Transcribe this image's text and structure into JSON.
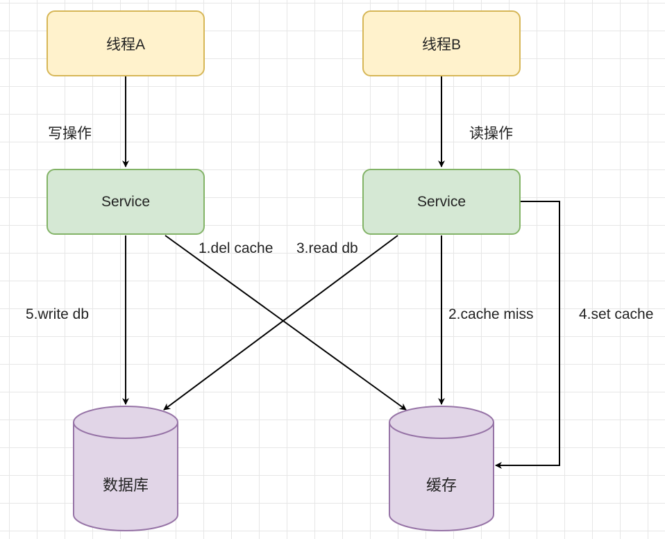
{
  "nodes": {
    "thread_a": "线程A",
    "thread_b": "线程B",
    "service_a": "Service",
    "service_b": "Service",
    "database": "数据库",
    "cache": "缓存"
  },
  "edge_labels": {
    "write_op": "写操作",
    "read_op": "读操作",
    "del_cache": "1.del cache",
    "cache_miss": "2.cache miss",
    "read_db": "3.read db",
    "set_cache": "4.set cache",
    "write_db": "5.write db"
  },
  "colors": {
    "thread_fill": "#fff2cc",
    "thread_stroke": "#d6b656",
    "service_fill": "#d5e8d4",
    "service_stroke": "#82b366",
    "storage_fill": "#e1d5e7",
    "storage_stroke": "#9673a6",
    "edge": "#000000"
  }
}
